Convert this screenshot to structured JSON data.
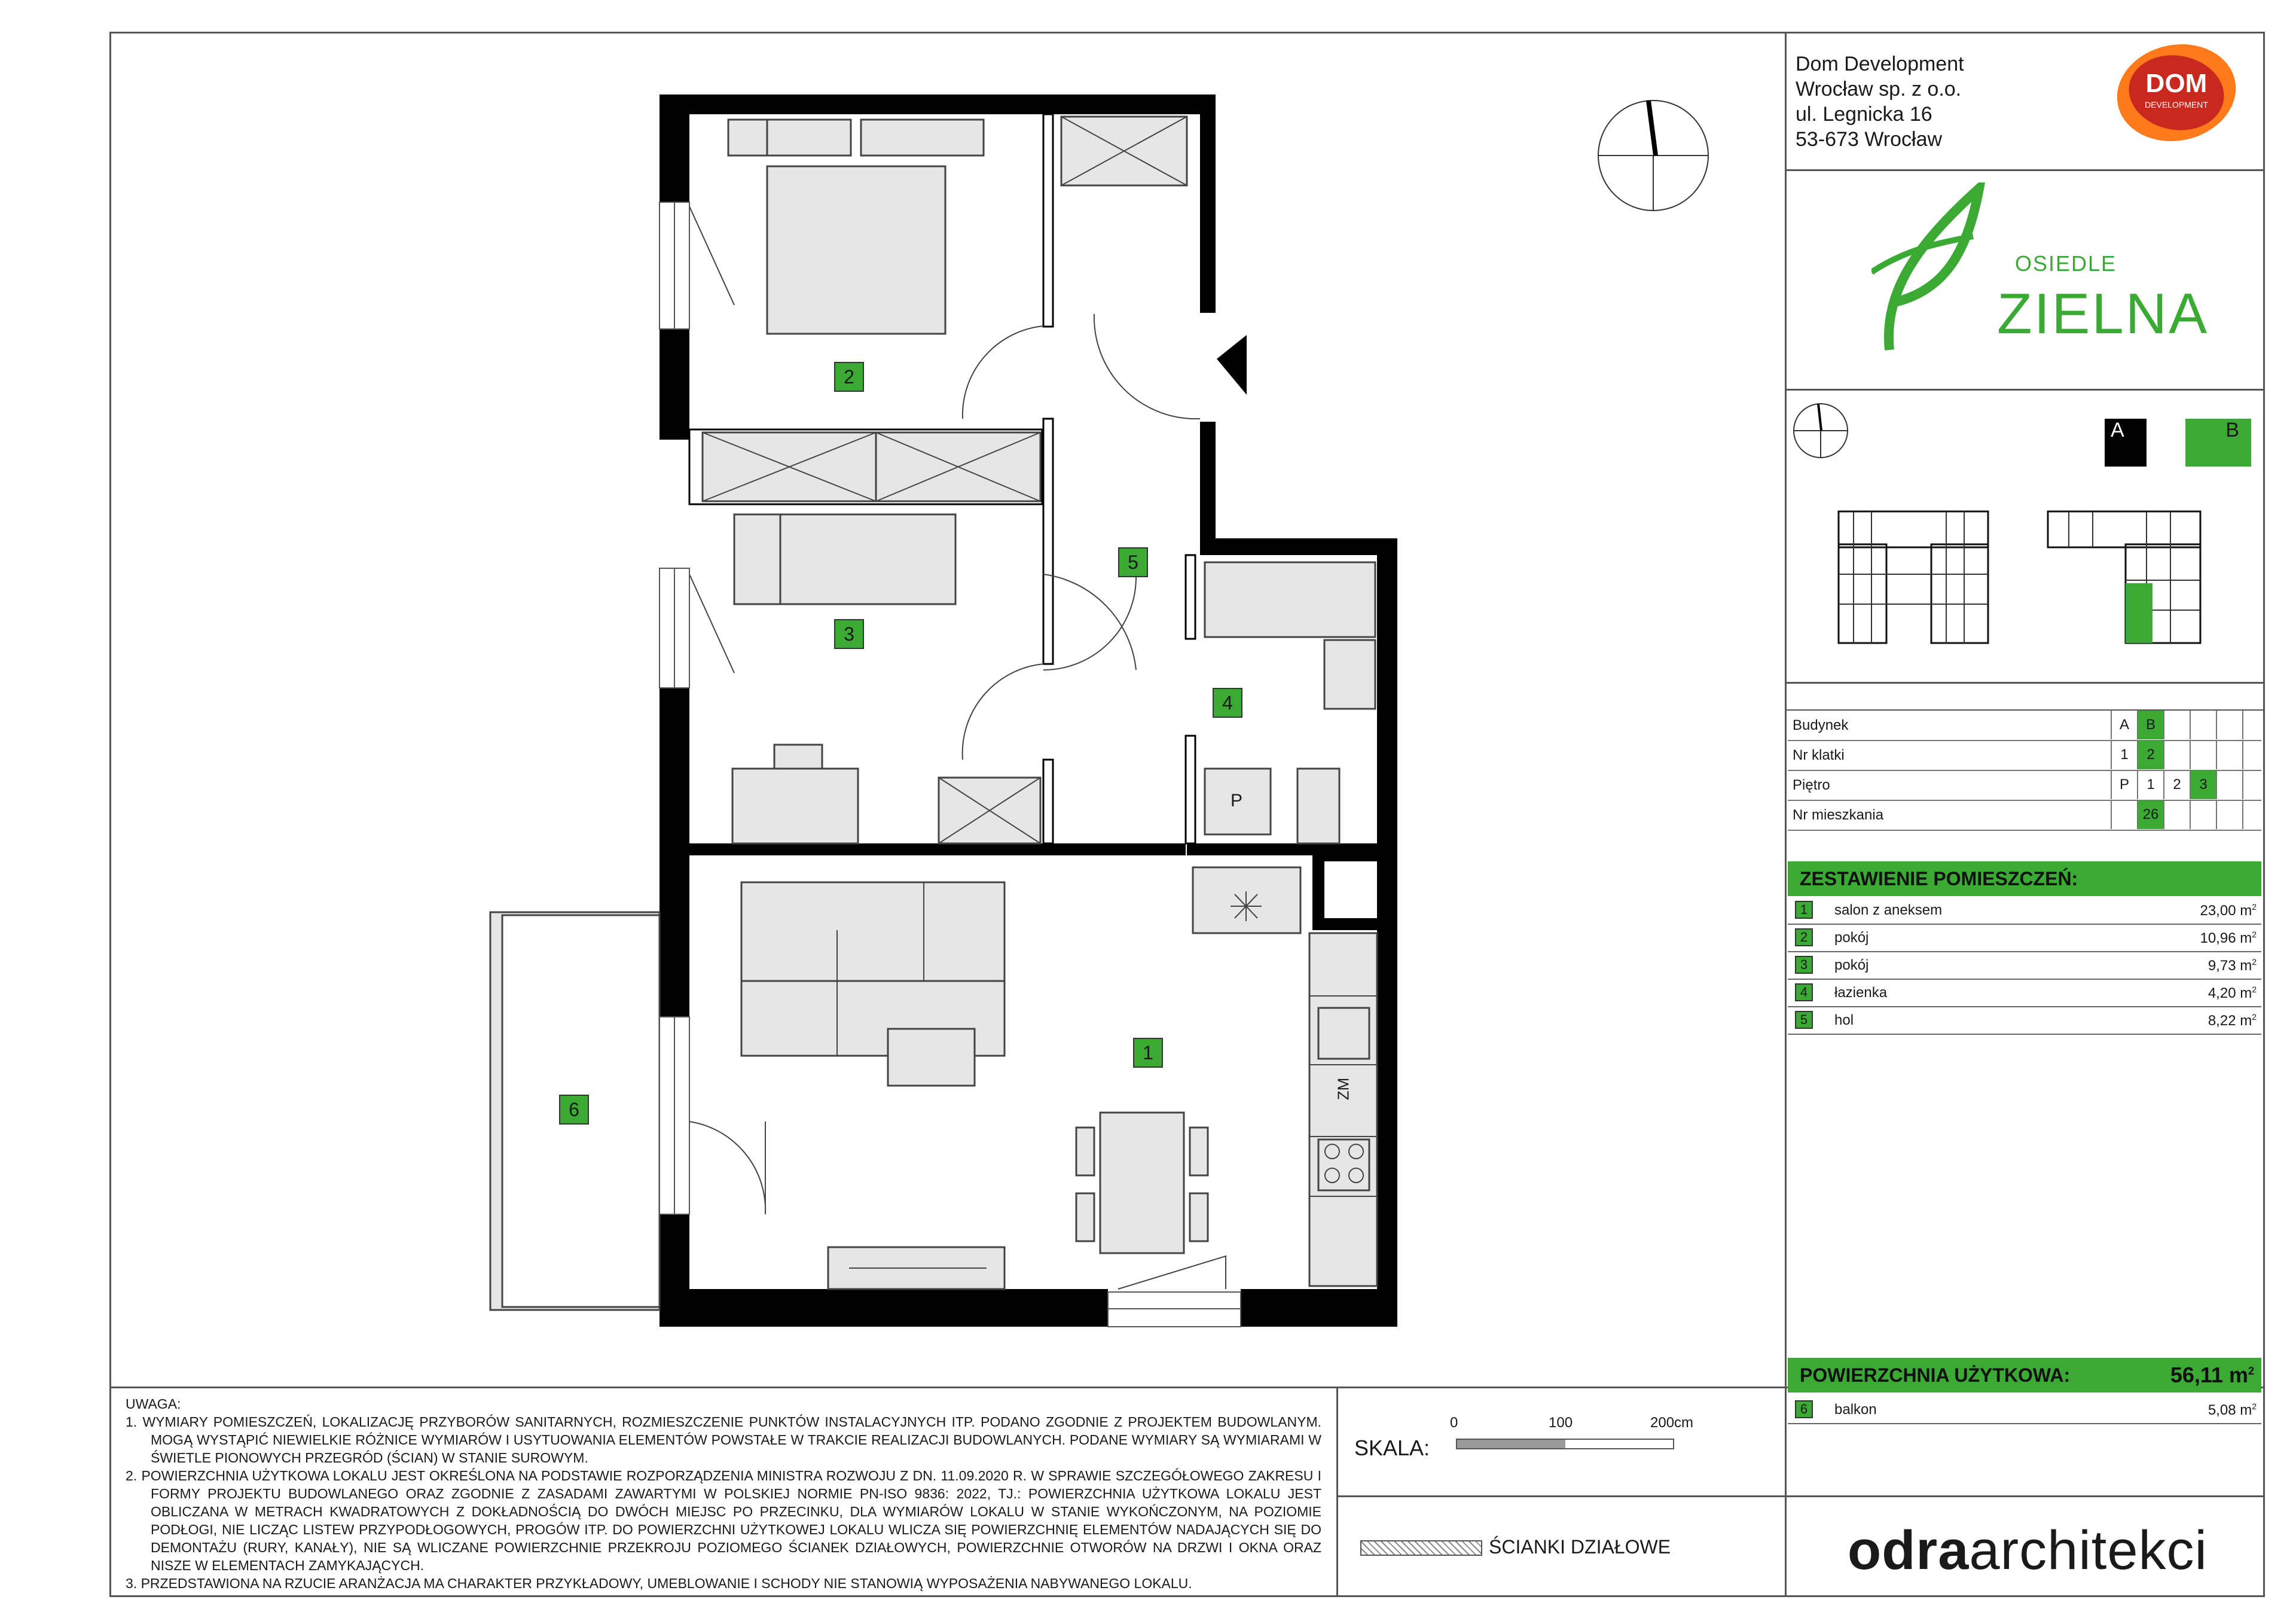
{
  "company": {
    "line1": "Dom Development",
    "line2": "Wrocław sp. z o.o.",
    "line3": "ul. Legnicka 16",
    "line4": "53-673 Wrocław",
    "logo_text": "DOM",
    "logo_sub": "DEVELOPMENT"
  },
  "project_logo": {
    "word1": "OSIEDLE",
    "word2": "ZIELNA"
  },
  "building_key": {
    "a": "A",
    "b": "B"
  },
  "info_table": {
    "rows": [
      {
        "label": "Budynek",
        "values": [
          "A",
          "B"
        ],
        "highlight": 1
      },
      {
        "label": "Nr klatki",
        "values": [
          "1",
          "2"
        ],
        "highlight": 1
      },
      {
        "label": "Piętro",
        "values": [
          "P",
          "1",
          "2",
          "3"
        ],
        "highlight": 3
      },
      {
        "label": "Nr mieszkania",
        "values": [
          "",
          "26"
        ],
        "highlight": 1
      }
    ]
  },
  "rooms_header": "ZESTAWIENIE POMIESZCZEŃ:",
  "rooms": [
    {
      "num": "1",
      "name": "salon z aneksem",
      "area": "23,00 m",
      "sup": "2"
    },
    {
      "num": "2",
      "name": "pokój",
      "area": "10,96 m",
      "sup": "2"
    },
    {
      "num": "3",
      "name": "pokój",
      "area": "9,73 m",
      "sup": "2"
    },
    {
      "num": "4",
      "name": "łazienka",
      "area": "4,20 m",
      "sup": "2"
    },
    {
      "num": "5",
      "name": "hol",
      "area": "8,22 m",
      "sup": "2"
    }
  ],
  "total": {
    "label": "POWIERZCHNIA UŻYTKOWA:",
    "value": "56,11 m",
    "sup": "2"
  },
  "balcony": {
    "num": "6",
    "name": "balkon",
    "area": "5,08 m",
    "sup": "2"
  },
  "scale": {
    "label": "SKALA:",
    "t0": "0",
    "t1": "100",
    "t2": "200cm"
  },
  "legend": {
    "partitions": "ŚCIANKI DZIAŁOWE"
  },
  "architect": {
    "bold": "odra",
    "light": "architekci"
  },
  "plan_labels": {
    "r1": "1",
    "r2": "2",
    "r3": "3",
    "r4": "4",
    "r5": "5",
    "r6": "6",
    "p": "P",
    "zm": "ZM"
  },
  "notes": {
    "title": "UWAGA:",
    "n1": "1.   WYMIARY POMIESZCZEŃ, LOKALIZACJĘ PRZYBORÓW SANITARNYCH, ROZMIESZCZENIE PUNKTÓW INSTALACYJNYCH ITP. PODANO ZGODNIE Z PROJEKTEM BUDOWLANYM. MOGĄ WYSTĄPIĆ NIEWIELKIE RÓŻNICE WYMIARÓW I USYTUOWANIA ELEMENTÓW POWSTAŁE W TRAKCIE REALIZACJI BUDOWLANYCH. PODANE WYMIARY SĄ WYMIARAMI W ŚWIETLE PIONOWYCH PRZEGRÓD (ŚCIAN) W STANIE SUROWYM.",
    "n2": "2.   POWIERZCHNIA UŻYTKOWA LOKALU JEST OKREŚLONA NA PODSTAWIE ROZPORZĄDZENIA MINISTRA ROZWOJU Z DN. 11.09.2020 R. W SPRAWIE SZCZEGÓŁOWEGO ZAKRESU I FORMY PROJEKTU BUDOWLANEGO ORAZ ZGODNIE Z ZASADAMI ZAWARTYMI W POLSKIEJ NORMIE PN-ISO 9836: 2022, TJ.: POWIERZCHNIA UŻYTKOWA LOKALU JEST OBLICZANA W METRACH KWADRATOWYCH Z DOKŁADNOŚCIĄ DO DWÓCH MIEJSC PO PRZECINKU, DLA WYMIARÓW LOKALU W STANIE WYKOŃCZONYM, NA POZIOMIE PODŁOGI, NIE LICZĄC LISTEW PRZYPODŁOGOWYCH, PROGÓW ITP. DO POWIERZCHNI UŻYTKOWEJ LOKALU WLICZA SIĘ POWIERZCHNIĘ ELEMENTÓW NADAJĄCYCH SIĘ DO DEMONTAŻU (RURY, KANAŁY), NIE SĄ WLICZANE POWIERZCHNIE PRZEKROJU POZIOMEGO ŚCIANEK DZIAŁOWYCH, POWIERZCHNIE OTWORÓW NA DRZWI I OKNA ORAZ NISZE W ELEMENTACH ZAMYKAJĄCYCH.",
    "n3": "3.   PRZEDSTAWIONA NA RZUCIE ARANŻACJA MA CHARAKTER PRZYKŁADOWY, UMEBLOWANIE I SCHODY NIE STANOWIĄ WYPOSAŻENIA NABYWANEGO LOKALU."
  },
  "colors": {
    "accent": "#3aaa35",
    "wall": "#000000",
    "furniture": "#e6e6e6"
  }
}
